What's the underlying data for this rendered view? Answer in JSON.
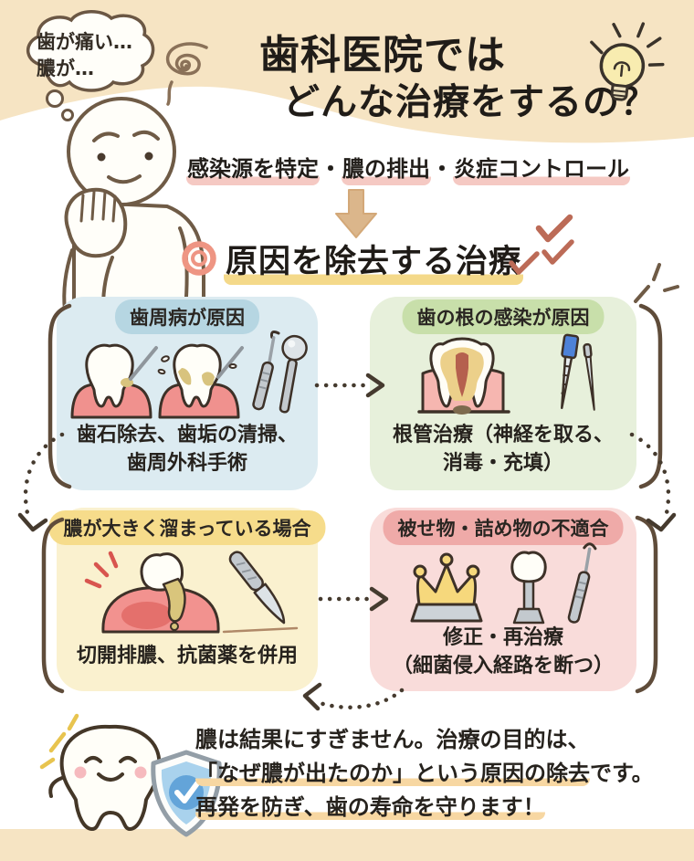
{
  "thought_bubble": {
    "line1": "歯が痛い…",
    "line2": "膿が…"
  },
  "title": {
    "line1": "歯科医院では",
    "line2": "どんな治療をするの？"
  },
  "subtitle": {
    "seg1": "感染源を特定",
    "sep1": "・",
    "seg2": "膿の排出",
    "sep2": "・",
    "seg3": "炎症コントロール"
  },
  "section_heading": {
    "text": "原因を除去する治療"
  },
  "boxes": [
    {
      "badge": "歯周病が原因",
      "caption_line1": "歯石除去、歯垢の清掃、",
      "caption_line2": "歯周外科手術"
    },
    {
      "badge": "歯の根の感染が原因",
      "caption_line1": "根管治療（神経を取る、",
      "caption_line2": "消毒・充填）"
    },
    {
      "badge": "膿が大きく溜まっている場合",
      "caption_line1": "切開排膿、抗菌薬を併用"
    },
    {
      "badge": "被せ物・詰め物の不適合",
      "caption_line1": "修正・再治療",
      "caption_line2": "（細菌侵入経路を断つ）"
    }
  ],
  "footer": {
    "line1": "膿は結果にすぎません。治療の目的は、",
    "line2_highlight": "「なぜ膿が出たのか」という原因の除去",
    "line2_rest": "です。",
    "line3": "再発を防ぎ、歯の寿命を守ります！"
  },
  "icons": {
    "lightbulb": "lightbulb-icon",
    "scribble": "confusion-scribble-icon",
    "down_arrow": "down-arrow-icon",
    "double_circle": "double-circle-icon",
    "checkmarks": "checkmarks-icon",
    "shield": "shield-check-icon"
  },
  "colors": {
    "band_cream": "#f6e4c3",
    "box_blue": "#dcebf1",
    "badge_blue": "#b6d6e2",
    "box_green": "#e7f0db",
    "badge_green": "#c8dfaa",
    "box_yellow": "#faf1cf",
    "badge_yellow": "#f6dc8b",
    "box_pink": "#f9dcda",
    "badge_pink": "#efaaa8",
    "highlight_pink": "#f5c9c3",
    "highlight_yellow": "#f4d98a",
    "highlight_orange": "#f7d7a2",
    "arrow_tan": "#dbb68b",
    "check_red": "#bc6b57",
    "accent_coral": "#ee9583",
    "outline_brown": "#5f4c3a",
    "text_dark": "#26221d"
  }
}
